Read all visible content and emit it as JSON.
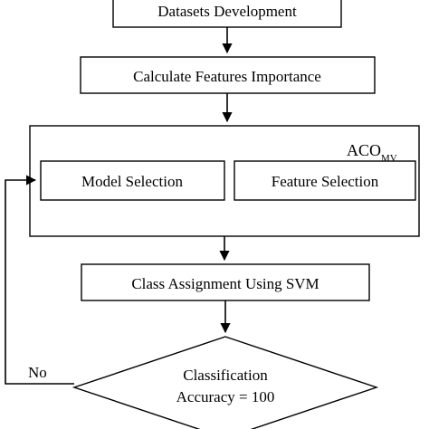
{
  "diagram": {
    "steps": {
      "datasets": "Datasets Development",
      "features_importance": "Calculate Features Importance",
      "aco_label": "ACO",
      "aco_subscript": "MV",
      "model_selection": "Model Selection",
      "feature_selection": "Feature Selection",
      "class_assignment": "Class Assignment Using SVM",
      "decision_line1": "Classification",
      "decision_line2": "Accuracy = 100"
    },
    "edge_labels": {
      "no": "No"
    }
  }
}
